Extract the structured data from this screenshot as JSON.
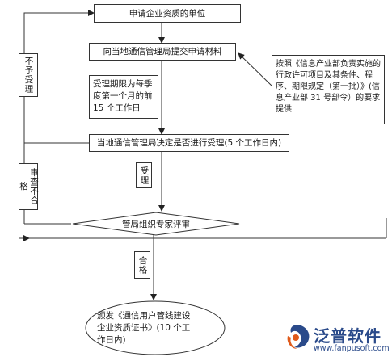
{
  "flow": {
    "start": "申请企业资质的单位",
    "submit": "向当地通信管理局提交申请材料",
    "note": "按照《信息产业部负责实施的行政许可项目及其条件、程序、期限规定（第一批）》(信息产业部 31 号部令）的要求提供",
    "period": "受理期限为每季度第一个月的前 15 个工作日",
    "decide": "当地通信管理局决定是否进行受理(5 个工作日内)",
    "not_accept": "不予受理",
    "accept": "受理",
    "review": "管局组织专家评审",
    "reject": "审查不合格",
    "pass": "合格",
    "issue": "颁发《通信用户管线建设企业资质证书》(10 个工作日内)"
  },
  "brand": {
    "name": "泛普软件",
    "url": "www.fanpusoft.com",
    "primary_color": "#2a4a8a",
    "accent_color": "#e05a1a"
  }
}
